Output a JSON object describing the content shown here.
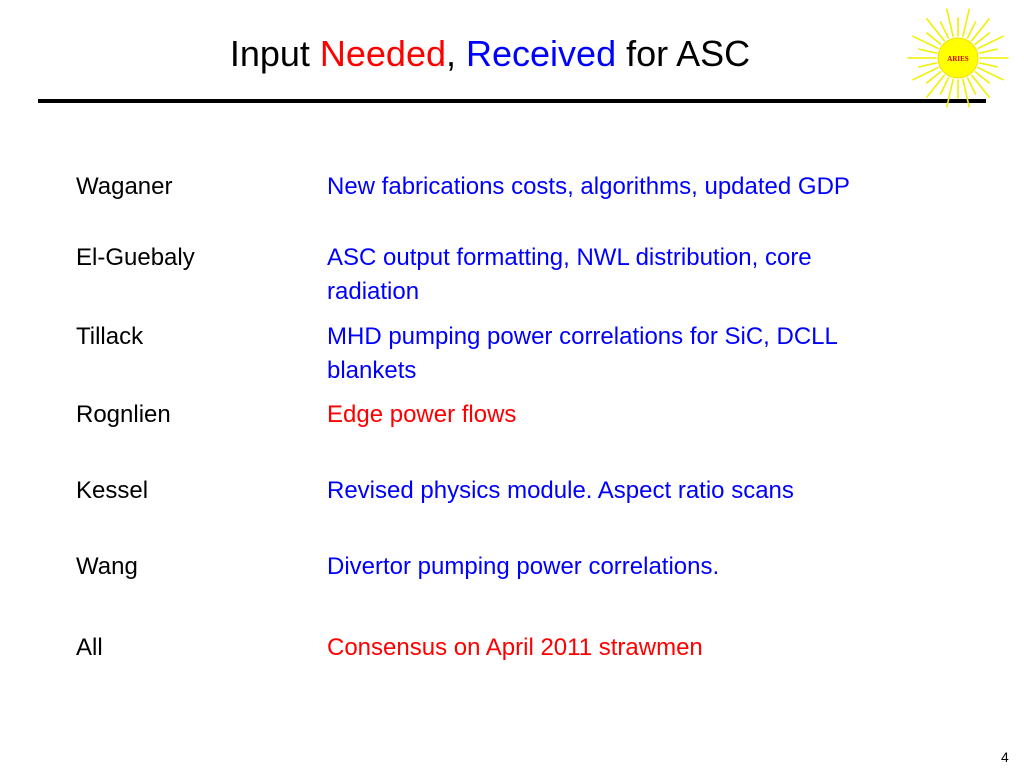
{
  "title": {
    "part1": "Input ",
    "needed": "Needed",
    "comma": ", ",
    "received": "Received",
    "part2": " for ASC"
  },
  "logo": {
    "text": "ARIES",
    "icon": "sun-logo-icon"
  },
  "rows": [
    {
      "name": "Waganer",
      "item_line1": "New fabrications costs, algorithms, updated GDP",
      "item_line2": "",
      "status": "received"
    },
    {
      "name": "El-Guebaly",
      "item_line1": "ASC output formatting, NWL distribution, core",
      "item_line2": "radiation",
      "status": "received"
    },
    {
      "name": "Tillack",
      "item_line1": "MHD pumping power correlations for SiC, DCLL",
      "item_line2": "blankets",
      "status": "received"
    },
    {
      "name": "Rognlien",
      "item_line1": "Edge power flows",
      "item_line2": "",
      "status": "needed"
    },
    {
      "name": "Kessel",
      "item_line1": "Revised physics module. Aspect ratio scans",
      "item_line2": "",
      "status": "received"
    },
    {
      "name": "Wang",
      "item_line1": "Divertor pumping power correlations.",
      "item_line2": "",
      "status": "received"
    },
    {
      "name": "All",
      "item_line1": "Consensus on April 2011 strawmen",
      "item_line2": "",
      "status": "needed"
    }
  ],
  "colors": {
    "needed": "#ff0000",
    "received": "#0000ff",
    "logo_rays": "#f0f000",
    "logo_text": "#d00000"
  },
  "page_number": "4"
}
